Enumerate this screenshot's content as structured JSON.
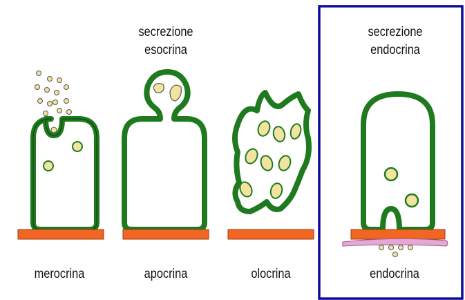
{
  "headings": {
    "exocrine": [
      "secrezione",
      "esocrina"
    ],
    "endocrine": [
      "secrezione",
      "endocrina"
    ]
  },
  "labels": {
    "merocrine": "merocrina",
    "apocrine": "apocrina",
    "holocrine": "olocrina",
    "endocrine": "endocrina"
  },
  "colors": {
    "membrane": "#1f7a1f",
    "basement": "#f26522",
    "granule": "#f3e3a0",
    "vessel": "#e5a8d6",
    "frame": "#0a0a9a"
  }
}
